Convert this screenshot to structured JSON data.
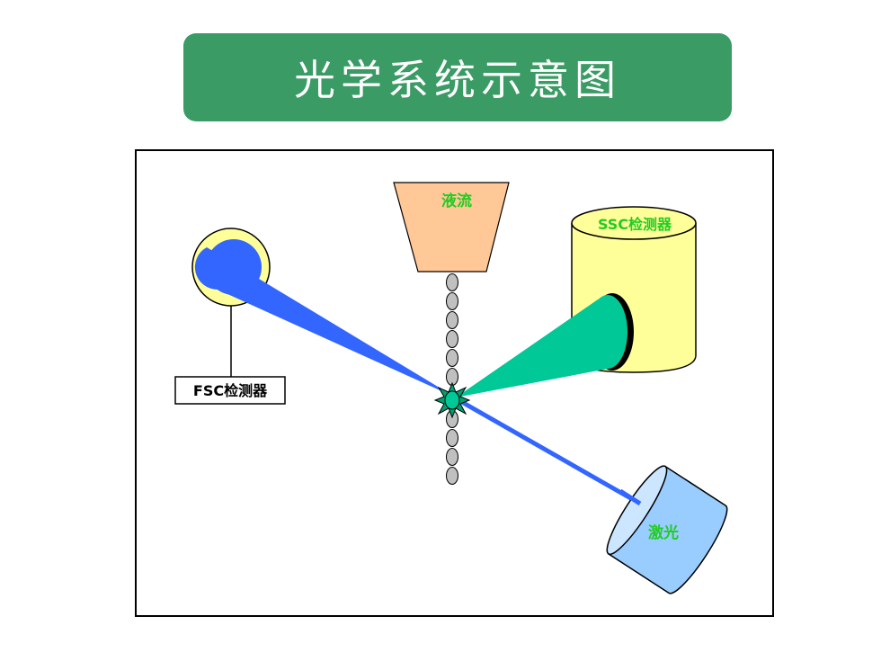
{
  "title": "光学系统示意图",
  "labels": {
    "flow": "液流",
    "ssc_detector": "SSC检测器",
    "fsc_detector": "FSC检测器",
    "laser": "激光"
  },
  "colors": {
    "title_bg": "#3a9b64",
    "forward_beam": "#3366ff",
    "side_beam": "#00c896",
    "nozzle": "#ffc896",
    "ssc_cylinder": "#ffff99",
    "laser_cylinder": "#99ccff",
    "fsc_ring": "#ffff99",
    "label_green": "#22cc22",
    "cells": "#c0c0c0"
  },
  "icons": {
    "cell_highlight": "sparkle-cell-icon"
  }
}
